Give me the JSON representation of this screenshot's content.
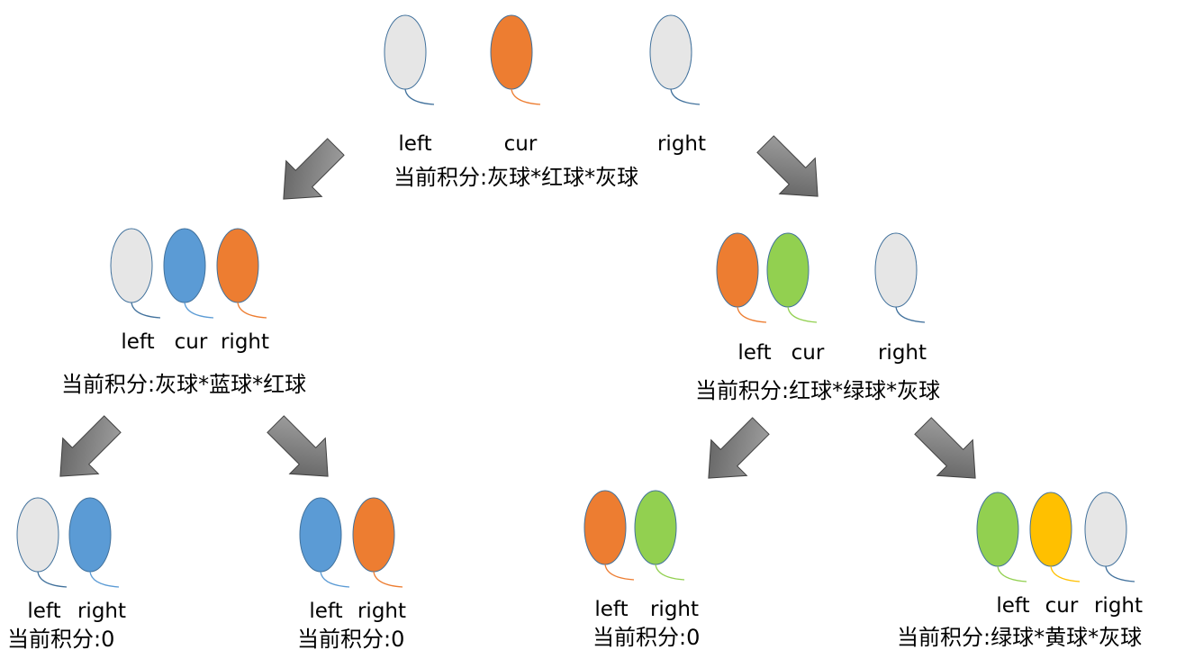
{
  "colors": {
    "gray": "#e6e6e6",
    "orange": "#ed7d31",
    "blue": "#5b9bd5",
    "green": "#92d050",
    "yellow": "#ffc000",
    "balloon_outline": "#41719c",
    "arrow_fill": "#7f7f7f"
  },
  "nodes": [
    {
      "id": "root",
      "balloons": [
        {
          "color": "gray",
          "label": "left"
        },
        {
          "color": "orange",
          "label": "cur"
        },
        {
          "color": "gray",
          "label": "right"
        }
      ],
      "score": "当前积分:灰球*红球*灰球"
    },
    {
      "id": "level1-left",
      "balloons": [
        {
          "color": "gray",
          "label": "left"
        },
        {
          "color": "blue",
          "label": "cur"
        },
        {
          "color": "orange",
          "label": "right"
        }
      ],
      "score": "当前积分:灰球*蓝球*红球"
    },
    {
      "id": "level1-right",
      "balloons": [
        {
          "color": "orange",
          "label": "left"
        },
        {
          "color": "green",
          "label": "cur"
        },
        {
          "color": "gray",
          "label": "right"
        }
      ],
      "score": "当前积分:红球*绿球*灰球"
    },
    {
      "id": "leaf-1",
      "balloons": [
        {
          "color": "gray",
          "label": "left"
        },
        {
          "color": "blue",
          "label": "right"
        }
      ],
      "score": "当前积分:0"
    },
    {
      "id": "leaf-2",
      "balloons": [
        {
          "color": "blue",
          "label": "left"
        },
        {
          "color": "orange",
          "label": "right"
        }
      ],
      "score": "当前积分:0"
    },
    {
      "id": "leaf-3",
      "balloons": [
        {
          "color": "orange",
          "label": "left"
        },
        {
          "color": "green",
          "label": "right"
        }
      ],
      "score": "当前积分:0"
    },
    {
      "id": "leaf-4",
      "balloons": [
        {
          "color": "green",
          "label": "left"
        },
        {
          "color": "yellow",
          "label": "cur"
        },
        {
          "color": "gray",
          "label": "right"
        }
      ],
      "score": "当前积分:绿球*黄球*灰球"
    }
  ],
  "edges": [
    {
      "from": "root",
      "to": "level1-left"
    },
    {
      "from": "root",
      "to": "level1-right"
    },
    {
      "from": "level1-left",
      "to": "leaf-1"
    },
    {
      "from": "level1-left",
      "to": "leaf-2"
    },
    {
      "from": "level1-right",
      "to": "leaf-3"
    },
    {
      "from": "level1-right",
      "to": "leaf-4"
    }
  ]
}
